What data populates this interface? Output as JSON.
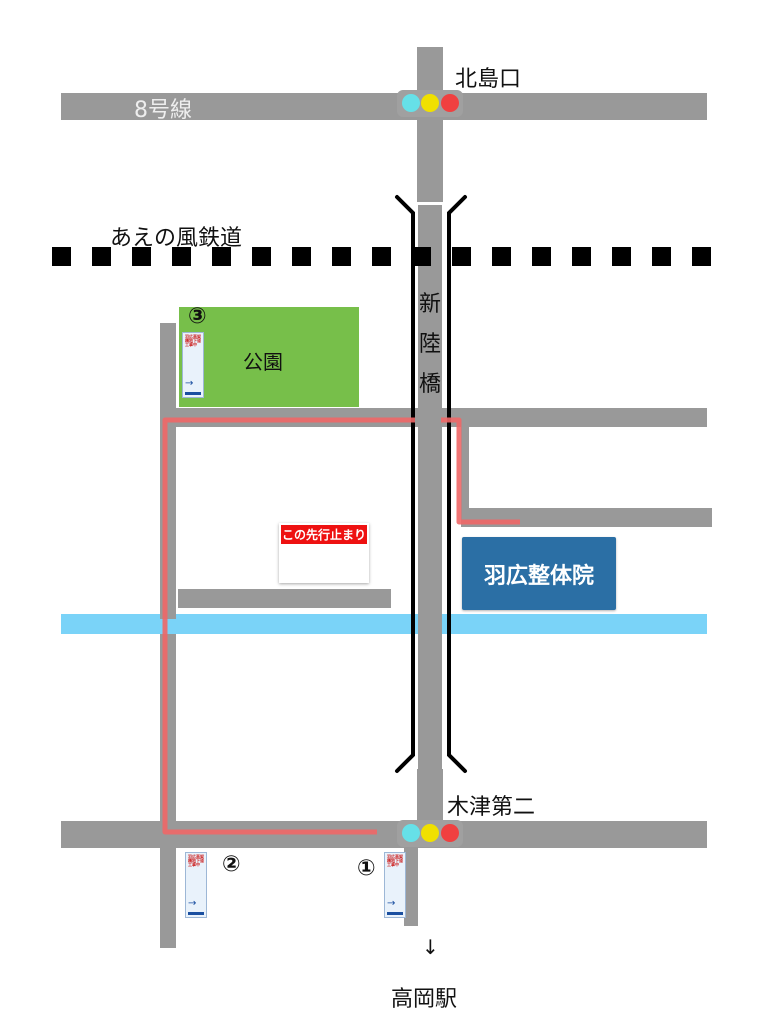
{
  "labels": {
    "north_intersection": "北島口",
    "route8": "8号線",
    "railway": "あえの風鉄道",
    "bridge_chars": [
      "新",
      "陸",
      "橋"
    ],
    "park": "公園",
    "clinic": "羽広整体院",
    "south_intersection": "木津第二",
    "station": "高岡駅",
    "down_arrow": "↓"
  },
  "signs": {
    "numbers": [
      "①",
      "②",
      "③"
    ],
    "detour_text": "羽広高架橋地下道工事中",
    "detour_sub": "通行止め",
    "arrow": "→",
    "stop_sign_text": "この先行止まり",
    "stop_sign_number": "1"
  },
  "colors": {
    "road": "#999999",
    "river": "#7ad3f8",
    "park": "#77bf4a",
    "route_line": "#ef6767",
    "clinic": "#2b6fa5",
    "rail": "#000000",
    "signal_body": "#a0a0a0",
    "signal_lamps": [
      "#66e0e8",
      "#f0e000",
      "#f04040"
    ]
  },
  "icons": [
    "traffic-signal-icon",
    "car-icon",
    "down-arrow-icon"
  ]
}
